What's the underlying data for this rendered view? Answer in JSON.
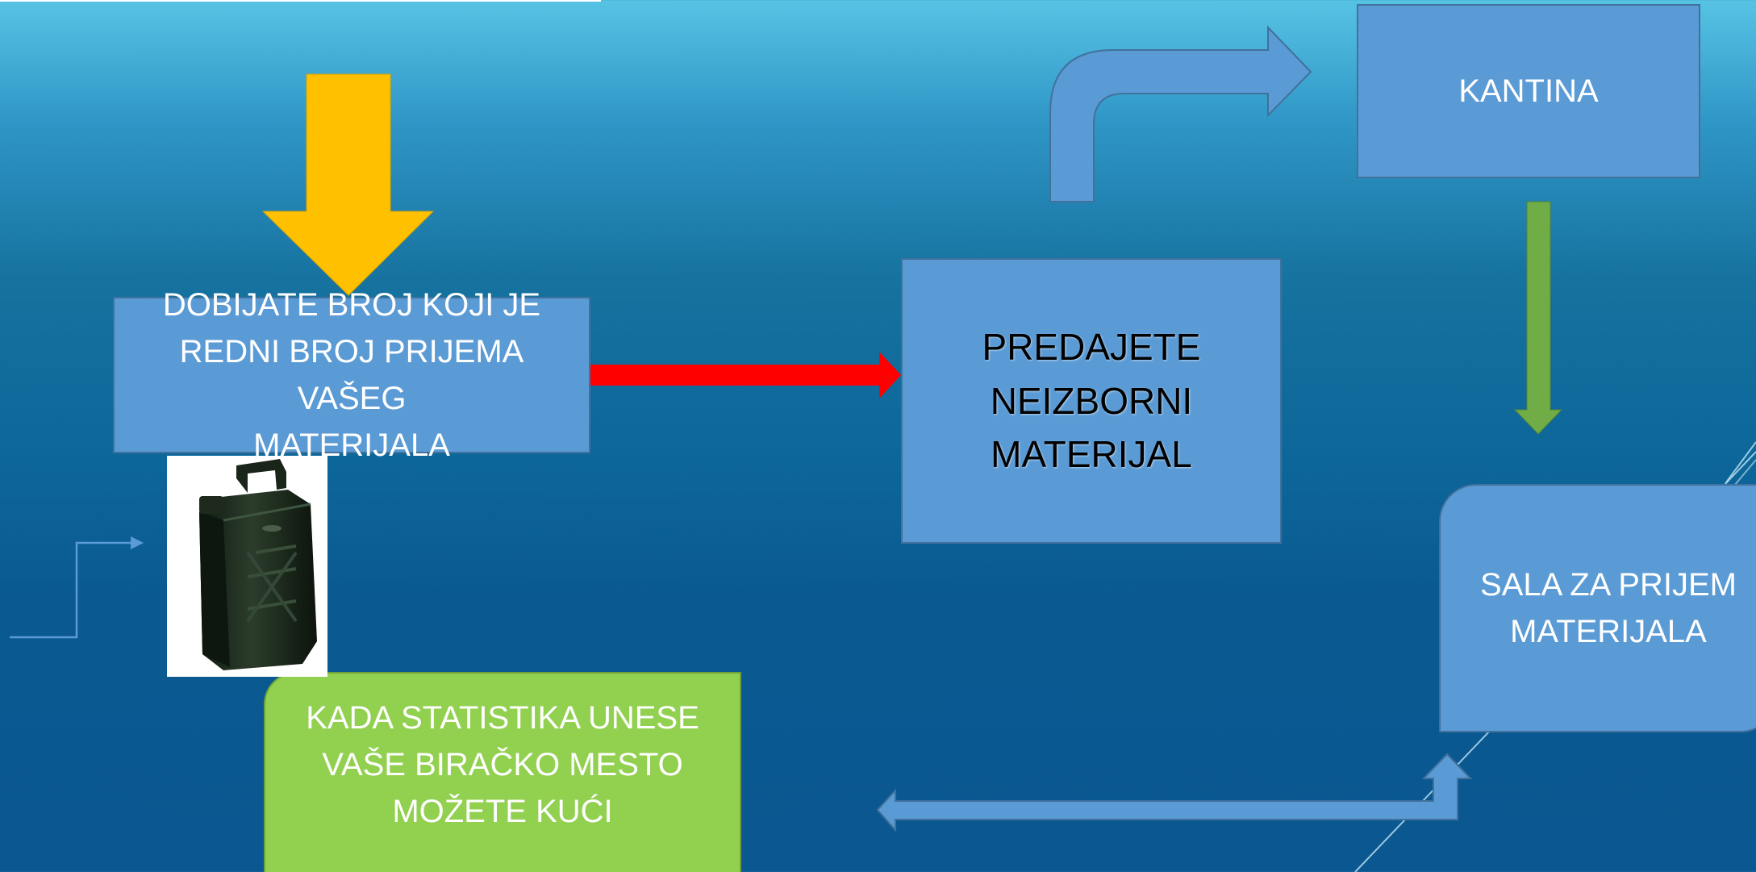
{
  "boxes": {
    "dobijate": [
      "DOBIJATE BROJ KOJI JE",
      "REDNI BROJ PRIJEMA VAŠEG",
      "MATERIJALA"
    ],
    "predajete": [
      "PREDAJETE",
      "NEIZBORNI",
      "MATERIJAL"
    ],
    "kantina": "KANTINA",
    "sala": [
      "SALA ZA PRIJEM",
      "MATERIJALA"
    ],
    "kada": [
      "KADA STATISTIKA UNESE",
      "VAŠE BIRAČKO MESTO",
      "MOŽETE KUĆI"
    ]
  },
  "colors": {
    "box_blue": "#5b9bd5",
    "box_green": "#92d050",
    "arrow_yellow": "#ffc000",
    "arrow_red": "#ff0000",
    "arrow_green": "#70ad47"
  },
  "icons": [
    "down-arrow-icon",
    "right-arrow-icon",
    "bent-arrow-icon",
    "left-right-up-arrow-icon",
    "jerry-can-icon",
    "elbow-connector-icon"
  ]
}
